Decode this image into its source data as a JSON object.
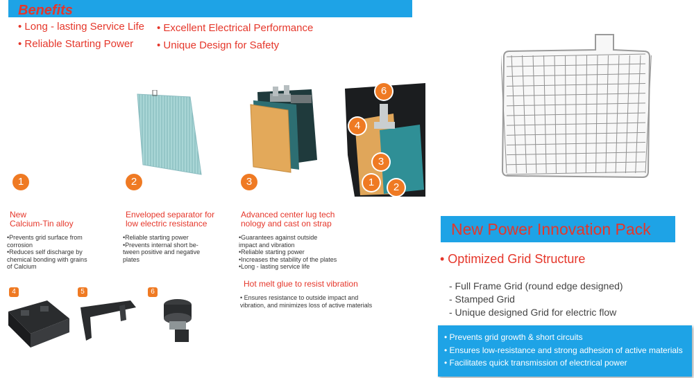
{
  "benefits": {
    "title": "Benefits",
    "items": [
      "• Long - lasting Service Life",
      "• Reliable Starting Power",
      "• Excellent Electrical Performance",
      "• Unique Design for Safety"
    ]
  },
  "features": [
    {
      "number": "1",
      "title": "New\nCalcium-Tin alloy",
      "points": [
        "•Prevents grid surface from\n  corrosion",
        "•Reduces self discharge by\n  chemical bonding with grains\n  of Calcium"
      ]
    },
    {
      "number": "2",
      "title": "Enveloped separator for\nlow electric resistance",
      "points": [
        "•Reliable starting power",
        "•Prevents internal short be-\n  tween positive and negative\n  plates"
      ]
    },
    {
      "number": "3",
      "title": "Advanced center lug tech\nnology and cast on strap",
      "points": [
        "•Guarantees against outside\n  impact and vibration",
        "•Reliable starting power",
        "•Increases the stability of the plates",
        "•Long - lasting service life"
      ]
    }
  ],
  "hot_melt": {
    "title": "Hot melt glue to resist vibration",
    "point": "•  Ensures resistance to outside impact and\n   vibration, and minimizes loss of active materials"
  },
  "cutaway_labels": [
    "6",
    "4",
    "3",
    "1",
    "2"
  ],
  "parts": [
    "4",
    "5",
    "6"
  ],
  "pack": {
    "title": "New Power Innovation Pack",
    "subtitle": "• Optimized Grid Structure",
    "grid_items": [
      "- Full Frame Grid (round edge designed)",
      "- Stamped Grid",
      "- Unique designed Grid for electric flow"
    ],
    "box_items": [
      "•  Prevents grid growth & short circuits",
      "•  Ensures low-resistance and strong adhesion of active materials",
      "•  Facilitates quick transmission of electrical power"
    ]
  },
  "colors": {
    "accent_blue": "#1ea3e6",
    "accent_red": "#e5362a",
    "badge_orange": "#ef7a23"
  }
}
